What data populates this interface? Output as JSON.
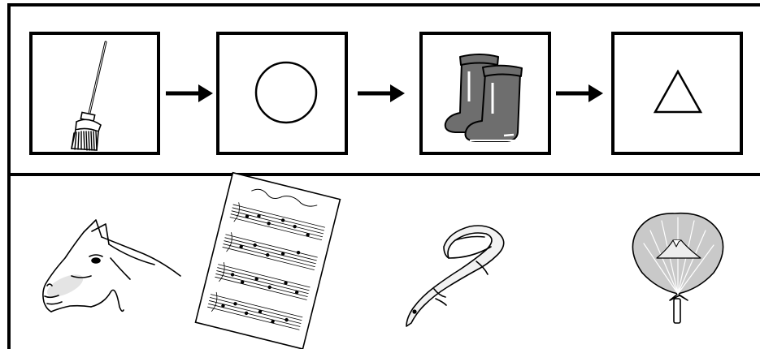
{
  "puzzle": {
    "sequence": [
      {
        "kind": "picture",
        "icon": "broom-icon"
      },
      {
        "kind": "symbol",
        "icon": "circle-icon"
      },
      {
        "kind": "picture",
        "icon": "boots-icon"
      },
      {
        "kind": "symbol",
        "icon": "triangle-icon"
      }
    ],
    "arrow_icon": "right-arrow-icon",
    "choices": [
      {
        "icon": "horse-icon"
      },
      {
        "icon": "sheet-music-icon"
      },
      {
        "icon": "eel-icon"
      },
      {
        "icon": "uchiwa-fan-icon"
      }
    ],
    "colors": {
      "line": "#000000",
      "boot_fill": "#6e6e6e",
      "boot_shadow": "#4a4a4a",
      "fan_fill": "#c9c9c9",
      "background": "#ffffff"
    }
  }
}
